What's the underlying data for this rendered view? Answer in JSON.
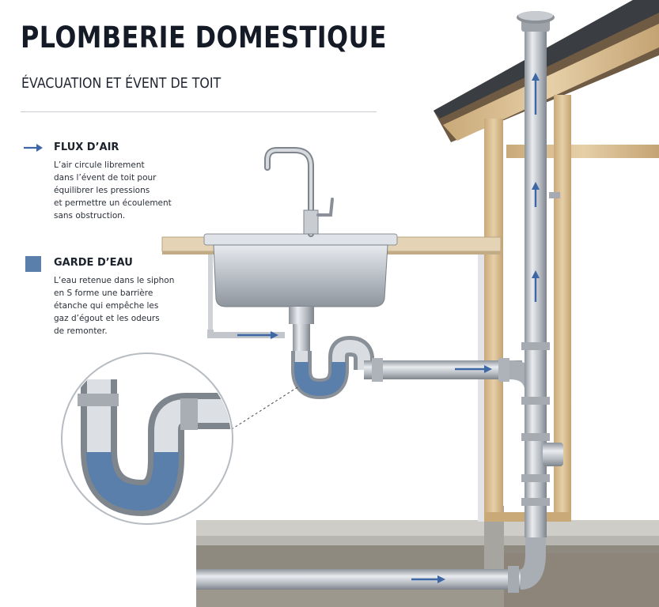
{
  "title": "PLOMBERIE DOMESTIQUE",
  "subtitle": "ÉVACUATION ET ÉVENT DE TOIT",
  "legend": {
    "air": {
      "icon": "arrow-right-icon",
      "title": "FLUX D’AIR",
      "lines": [
        "L’air circule librement",
        "dans l’évent de toit pour",
        "équilibrer les pressions",
        "et permettre un écoulement",
        "sans obstruction."
      ]
    },
    "water": {
      "icon": "blue-square-icon",
      "title": "GARDE D’EAU",
      "lines": [
        "L’eau retenue dans le siphon",
        "en S forme une barrière",
        "étanche qui empêche les",
        "gaz d’égout et les odeurs",
        "de remonter."
      ]
    }
  },
  "colors": {
    "water": "#5b7fab",
    "arrow": "#3d67a5",
    "pipe": "#b9bec6",
    "wood": "#d8bd93",
    "roof": "#3a3d42",
    "concrete": "#a3a29d"
  }
}
